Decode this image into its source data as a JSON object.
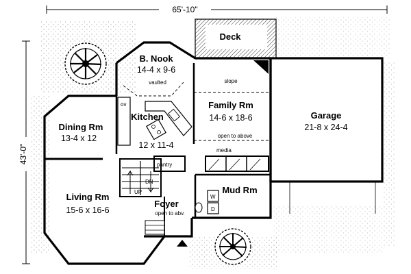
{
  "dimensions": {
    "width_label": "65'-10\"",
    "depth_label": "43'-0\""
  },
  "rooms": {
    "deck": {
      "name": "Deck"
    },
    "nook": {
      "name": "B. Nook",
      "size": "14-4 x 9-6",
      "note": "vaulted"
    },
    "kitchen": {
      "name": "Kitchen",
      "size": "12 x 11-4"
    },
    "dining": {
      "name": "Dining Rm",
      "size": "13-4 x 12"
    },
    "family": {
      "name": "Family Rm",
      "size": "14-6 x 18-6",
      "note_top": "slope",
      "note_bottom": "open to above"
    },
    "garage": {
      "name": "Garage",
      "size": "21-8 x 24-4"
    },
    "living": {
      "name": "Living Rm",
      "size": "15-6 x 16-6"
    },
    "mud": {
      "name": "Mud Rm"
    },
    "foyer": {
      "name": "Foyer",
      "note": "open to abv."
    }
  },
  "fixtures": {
    "oven": "ov",
    "pantry": "pantry",
    "media": "media",
    "stair_up": "UP",
    "stair_down": "DN",
    "washer": "W",
    "dryer": "D"
  }
}
